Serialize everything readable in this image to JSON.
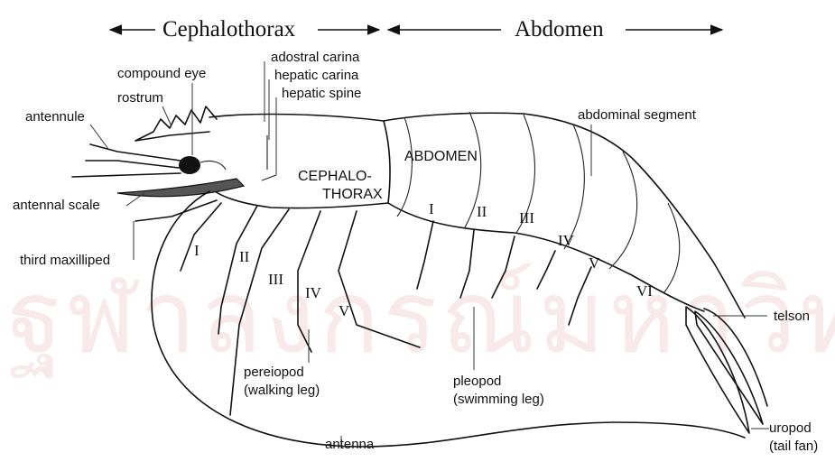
{
  "regions": {
    "cephalothorax": "Cephalothorax",
    "abdomen": "Abdomen"
  },
  "labels": {
    "compound_eye": "compound eye",
    "rostrum": "rostrum",
    "adostral_carina": "adostral carina",
    "hepatic_carina": "hepatic carina",
    "hepatic_spine": "hepatic spine",
    "antennule": "antennule",
    "antennal_scale": "antennal scale",
    "third_maxilliped": "third maxilliped",
    "abdominal_segment": "abdominal segment",
    "telson": "telson",
    "pereiopod_1": "pereiopod",
    "pereiopod_2": "(walking leg)",
    "pleopod_1": "pleopod",
    "pleopod_2": "(swimming leg)",
    "antenna": "antenna",
    "uropod_1": "uropod",
    "uropod_2": "(tail fan)"
  },
  "body_text": {
    "abdomen": "ABDOMEN",
    "ceph_1": "CEPHALO-",
    "ceph_2": "THORAX"
  },
  "pereiopod_numerals": [
    "I",
    "II",
    "III",
    "IV",
    "V"
  ],
  "pleopod_numerals": [
    "I",
    "II",
    "III"
  ],
  "segment_numerals": [
    "IV",
    "V",
    "VI"
  ],
  "watermark": "ฐฬาลงกรณ์มหาวิทยาลัย"
}
